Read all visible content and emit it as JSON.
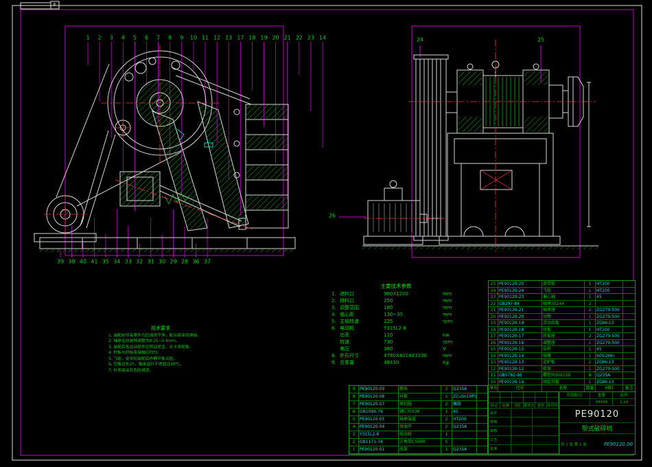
{
  "sheet": {
    "zone_mark": "8"
  },
  "callouts": {
    "left_top": [
      "1",
      "2",
      "3",
      "4",
      "5",
      "6",
      "7",
      "8",
      "9",
      "10",
      "11",
      "12",
      "13",
      "17",
      "18",
      "19",
      "20",
      "21",
      "22",
      "23",
      "14"
    ],
    "left_bottom": [
      "39",
      "38",
      "40",
      "41",
      "35",
      "34",
      "33",
      "32",
      "31",
      "30",
      "29",
      "28",
      "36",
      "37"
    ],
    "right_top": [
      "24",
      "25"
    ],
    "right_side": [
      "26"
    ]
  },
  "params": {
    "title": "主要技术参数",
    "rows": [
      {
        "no": "1.",
        "label": "进料口",
        "value": "900X1200",
        "unit": "mm"
      },
      {
        "no": "2.",
        "label": "排料口",
        "value": "250",
        "unit": "mm"
      },
      {
        "no": "3.",
        "label": "调整范围",
        "value": "180",
        "unit": "mm"
      },
      {
        "no": "4.",
        "label": "偏心距",
        "value": "130~35",
        "unit": "mm"
      },
      {
        "no": "5.",
        "label": "主轴转速",
        "value": "225",
        "unit": "rpm"
      },
      {
        "no": "6.",
        "label": "电动机",
        "value": "Y315L2-8",
        "unit": ""
      },
      {
        "no": "",
        "label": "功率",
        "value": "110",
        "unit": "kw"
      },
      {
        "no": "",
        "label": "转速",
        "value": "730",
        "unit": "rpm"
      },
      {
        "no": "",
        "label": "电压",
        "value": "380",
        "unit": "V"
      },
      {
        "no": "8.",
        "label": "外形尺寸",
        "value": "4780X4018X3330",
        "unit": "mm"
      },
      {
        "no": "9.",
        "label": "总重量",
        "value": "48430",
        "unit": "kg"
      }
    ]
  },
  "tech_notes": {
    "title": "技术要求",
    "lines": [
      "1. 装配前所有零件均应清洗干净，配合面涂润滑油。",
      "2. 轴承径向游隙调整为0.25~0.4mm。",
      "3. 装配后各运动部件应转动灵活，无卡滞现象。",
      "4. 肘板与肘板座接触应均匀。",
      "5. 飞轮、皮带轮装配后作静平衡试验。",
      "6. 空载试车2h，轴承温升不得超过30℃。",
      "7. 外表面涂灰色防锈漆。"
    ]
  },
  "bom_right": {
    "header": [
      "序号",
      "代号",
      "名称",
      "数量",
      "材料",
      "备注"
    ],
    "rows": [
      [
        "25",
        "PE90120-25",
        "皮带轮",
        "1",
        "HT200",
        ""
      ],
      [
        "24",
        "PE90120-24",
        "飞轮",
        "1",
        "HT200",
        ""
      ],
      [
        "23",
        "PE90120-23",
        "偏心轴",
        "1",
        "45",
        ""
      ],
      [
        "22",
        "GB297-84",
        "轴承30244",
        "2",
        "",
        ""
      ],
      [
        "21",
        "PE90120-21",
        "轴承座",
        "2",
        "ZG270-500",
        ""
      ],
      [
        "20",
        "PE90120-20",
        "动颚",
        "1",
        "ZG270-500",
        ""
      ],
      [
        "19",
        "PE90120-19",
        "活动齿板",
        "1",
        "ZGMn13",
        ""
      ],
      [
        "18",
        "PE90120-18",
        "肘板",
        "1",
        "HT200",
        ""
      ],
      [
        "17",
        "PE90120-17",
        "肘板座",
        "2",
        "ZG270-500",
        ""
      ],
      [
        "16",
        "PE90120-16",
        "调整座",
        "1",
        "ZG270-500",
        ""
      ],
      [
        "15",
        "PE90120-15",
        "拉杆",
        "1",
        "45",
        ""
      ],
      [
        "14",
        "PE90120-14",
        "弹簧",
        "1",
        "60Si2Mn",
        ""
      ],
      [
        "13",
        "PE90120-13",
        "边护板",
        "2",
        "ZGMn13",
        ""
      ],
      [
        "12",
        "PE90120-12",
        "机架",
        "1",
        "ZG270-500",
        ""
      ],
      [
        "11",
        "GB5782-86",
        "螺栓M30X150",
        "8",
        "Q235A",
        ""
      ],
      [
        "10",
        "PE90120-10",
        "固定齿板",
        "1",
        "ZGMn13",
        ""
      ]
    ]
  },
  "bom_left": {
    "rows": [
      [
        "9",
        "PE90120-09",
        "楔块",
        "2",
        "Q235A",
        ""
      ],
      [
        "8",
        "PE90120-08",
        "衬套",
        "2",
        "ZCuSn10P1",
        ""
      ],
      [
        "7",
        "PE90120-07",
        "密封圈",
        "2",
        "橡胶",
        ""
      ],
      [
        "6",
        "GB1096-79",
        "键C70X36",
        "1",
        "45",
        ""
      ],
      [
        "5",
        "PE90120-05",
        "轴承端盖",
        "2",
        "HT200",
        ""
      ],
      [
        "4",
        "PE90120-04",
        "挡油环",
        "2",
        "Q235A",
        ""
      ],
      [
        "3",
        "Y315L2-8",
        "电动机",
        "1",
        "",
        ""
      ],
      [
        "2",
        "GB1171-74",
        "三角带C5600",
        "5",
        "",
        ""
      ],
      [
        "1",
        "PE90120-01",
        "底架",
        "1",
        "Q235A",
        ""
      ]
    ]
  },
  "title_block": {
    "change_cols": [
      "标记",
      "处数",
      "分区",
      "更改文件号",
      "签名",
      "年月日"
    ],
    "roles": [
      "设计",
      "校核",
      "审核",
      "工艺",
      "批准"
    ],
    "stage_label": "阶段标记",
    "weight_label": "重量",
    "scale_label": "比例",
    "weight": "48430",
    "scale": "1:14",
    "sheets": "共 1 张  第 1 张",
    "code": "PE90120",
    "name": "颚式破碎机",
    "file_code": "PE90120.00"
  },
  "colors": {
    "line": "#d9d9d9",
    "frame": "#cc00cc",
    "center": "#ff3333",
    "hatch": "#00b000",
    "text": "#00cc00",
    "code_text": "#00dddd"
  }
}
